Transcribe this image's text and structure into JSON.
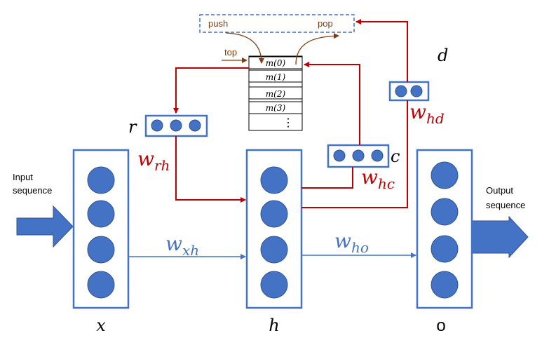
{
  "colors": {
    "box_stroke": "#4472c4",
    "node_fill": "#4472c4",
    "node_stroke": "#2f528f",
    "red": "#c00000",
    "blue_link": "#4472c4",
    "brown": "#843c0c",
    "text": "#000000",
    "arrow_fill": "#4472c4"
  },
  "layers": {
    "x": {
      "label": "x"
    },
    "h": {
      "label": "h"
    },
    "o": {
      "label": "o"
    }
  },
  "memory": {
    "labels": [
      "r",
      "c",
      "d"
    ]
  },
  "stack": {
    "cells": [
      "m(0)",
      "m(1)",
      "m(2)",
      "m(3)",
      "⋮"
    ],
    "top_label": "top",
    "push_label": "push",
    "pop_label": "pop"
  },
  "weights": {
    "w_rh": {
      "base": "w",
      "sub": "rh"
    },
    "w_hc": {
      "base": "w",
      "sub": "hc"
    },
    "w_hd": {
      "base": "w",
      "sub": "hd"
    },
    "w_xh": {
      "base": "w",
      "sub": "xh"
    },
    "w_ho": {
      "base": "w",
      "sub": "ho"
    }
  },
  "io": {
    "input": [
      "Input",
      "sequence"
    ],
    "output": [
      "Output",
      "sequence"
    ]
  }
}
